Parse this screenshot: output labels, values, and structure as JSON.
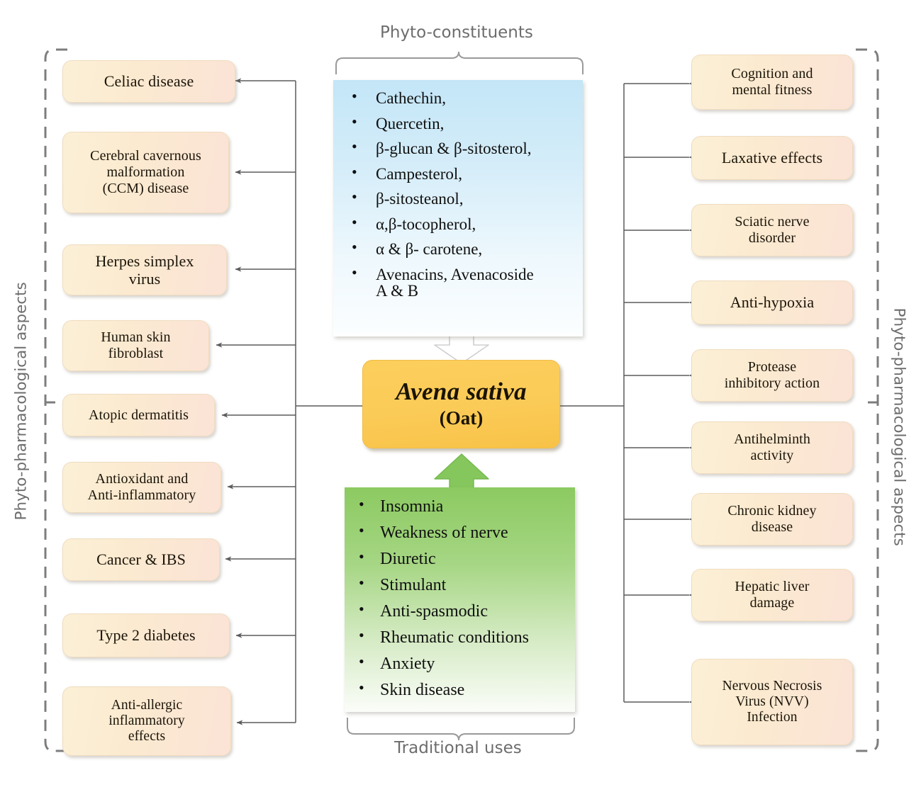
{
  "figure": {
    "center": {
      "title": "Avena sativa",
      "subtitle": "(Oat)"
    },
    "side_labels": {
      "left": "Phyto-pharmacological aspects",
      "right": "Phyto-pharmacological aspects"
    },
    "phyto_constituents": {
      "label": "Phyto-constituents",
      "items": [
        "Cathechin,",
        "Quercetin,",
        "β-glucan & β-sitosterol,",
        "Campesterol,",
        "β-sitosteanol,",
        "α,β-tocopherol,",
        "α & β- carotene,",
        " Avenacins,  Avenacoside\nA & B"
      ]
    },
    "traditional_uses": {
      "label": "Traditional uses",
      "items": [
        "Insomnia",
        "Weakness of nerve",
        "Diuretic",
        "Stimulant",
        "Anti-spasmodic",
        "Rheumatic conditions",
        "Anxiety",
        "Skin disease"
      ]
    },
    "left_column": [
      "Celiac disease",
      "Cerebral cavernous\nmalformation\n(CCM) disease",
      "Herpes simplex\nvirus",
      "Human skin\nfibroblast",
      "Atopic dermatitis",
      "Antioxidant and\nAnti-inflammatory",
      "Cancer & IBS",
      "Type 2 diabetes",
      "Anti-allergic\ninflammatory\neffects"
    ],
    "right_column": [
      "Cognition and\nmental fitness",
      "Laxative effects",
      "Sciatic nerve\ndisorder",
      "Anti-hypoxia",
      "Protease\ninhibitory action",
      "Antihelminth\nactivity",
      "Chronic kidney\ndisease",
      "Hepatic liver\ndamage",
      "Nervous Necrosis\nVirus (NVV)\nInfection"
    ],
    "colors": {
      "node_fill": "#fbead0",
      "center_fill": "#fbcb57",
      "phyto_panel": "#c3e6f7",
      "traditional_panel": "#8cca61",
      "connector": "#5b5b5b",
      "bracket": "#6d6d6d"
    }
  }
}
